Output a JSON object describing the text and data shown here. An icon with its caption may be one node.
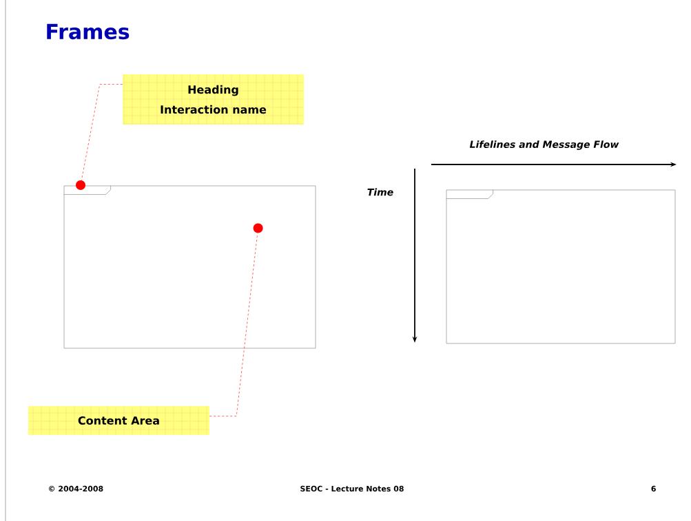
{
  "diagram": {
    "title": "Frames",
    "nodes": [
      {
        "text": [
          "Heading",
          "Interaction name"
        ]
      },
      {
        "text": [],
        "shape": "box"
      },
      {
        "text": [],
        "shape": "circle"
      },
      {
        "text": [],
        "shape": "circle",
        "in": 1
      },
      {
        "text": [
          "Content Area"
        ]
      },
      {
        "text": [],
        "shape": "box"
      }
    ],
    "edges": [
      {
        "from": 0,
        "to": 2,
        "arrow": "none",
        "style": "dashed"
      },
      {
        "from": 4,
        "to": 3,
        "arrow": "none",
        "style": "dashed"
      }
    ],
    "labels": [
      "Lifelines and Message Flow",
      "Time",
      "© 2004-2008",
      "SEOC - Lecture Notes 08",
      "6"
    ]
  }
}
